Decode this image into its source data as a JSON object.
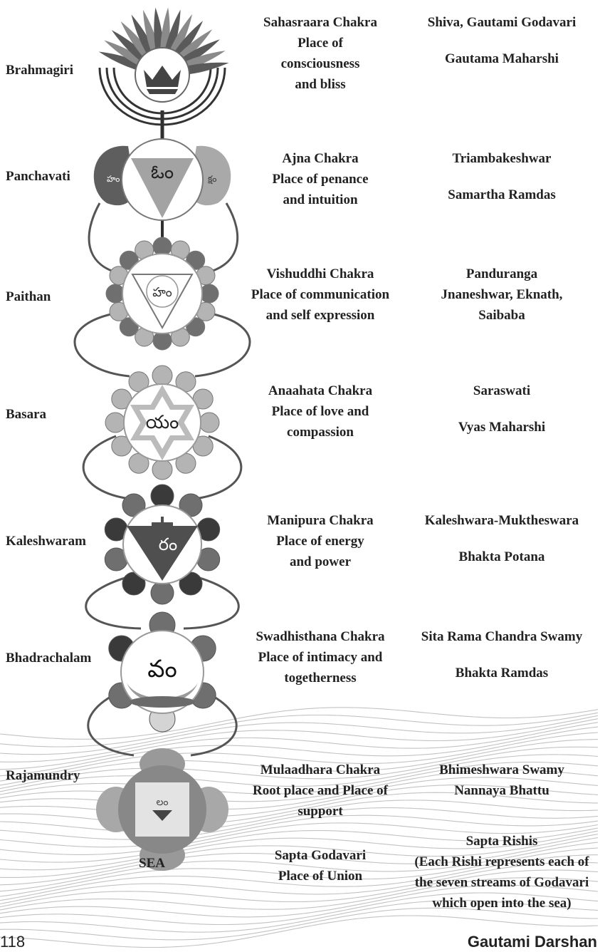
{
  "stations": [
    {
      "place": "Brahmagiri",
      "chakra": [
        "Sahasraara Chakra",
        "Place of",
        "consciousness",
        "and bliss"
      ],
      "deity": [
        "Shiva, Gautami Godavari",
        "",
        "Gautama Maharshi"
      ],
      "seed": ""
    },
    {
      "place": "Panchavati",
      "chakra": [
        "Ajna Chakra",
        "Place of penance",
        "and intuition"
      ],
      "deity": [
        "Triambakeshwar",
        "",
        "Samartha Ramdas"
      ],
      "seed": "ఓం"
    },
    {
      "place": "Paithan",
      "chakra": [
        "Vishuddhi Chakra",
        "Place of communication",
        "and self expression"
      ],
      "deity": [
        "Panduranga",
        "Jnaneshwar, Eknath,",
        "Saibaba"
      ],
      "seed": "హం"
    },
    {
      "place": "Basara",
      "chakra": [
        "Anaahata Chakra",
        "Place of love  and",
        "compassion"
      ],
      "deity": [
        "Saraswati",
        "",
        "Vyas Maharshi"
      ],
      "seed": "యం"
    },
    {
      "place": "Kaleshwaram",
      "chakra": [
        "Manipura Chakra",
        "Place of energy",
        "and  power"
      ],
      "deity": [
        "Kaleshwara-Muktheswara",
        "",
        "Bhakta Potana"
      ],
      "seed": "రం"
    },
    {
      "place": "Bhadrachalam",
      "chakra": [
        "Swadhisthana Chakra",
        "Place of intimacy and",
        "togetherness"
      ],
      "deity": [
        "Sita Rama Chandra Swamy",
        "",
        "Bhakta Ramdas"
      ],
      "seed": "వం"
    },
    {
      "place": "Rajamundry",
      "chakra": [
        "Mulaadhara Chakra",
        "Root place and Place of",
        "support"
      ],
      "deity": [
        "Bhimeshwara Swamy",
        "Nannaya Bhattu"
      ],
      "seed": "లం"
    },
    {
      "place": "SEA",
      "chakra": [
        "Sapta Godavari",
        "Place of Union"
      ],
      "deity": [
        "Sapta Rishis",
        "(Each Rishi represents each of",
        "the seven streams of Godavari",
        "which open into the sea)"
      ],
      "seed": ""
    }
  ],
  "footer": {
    "page_number": "118",
    "book_title": "Gautami Darshan"
  },
  "colors": {
    "dark": "#3a3a3a",
    "mid": "#6f6f6f",
    "light": "#b4b4b4",
    "lighter": "#d4d4d4"
  }
}
